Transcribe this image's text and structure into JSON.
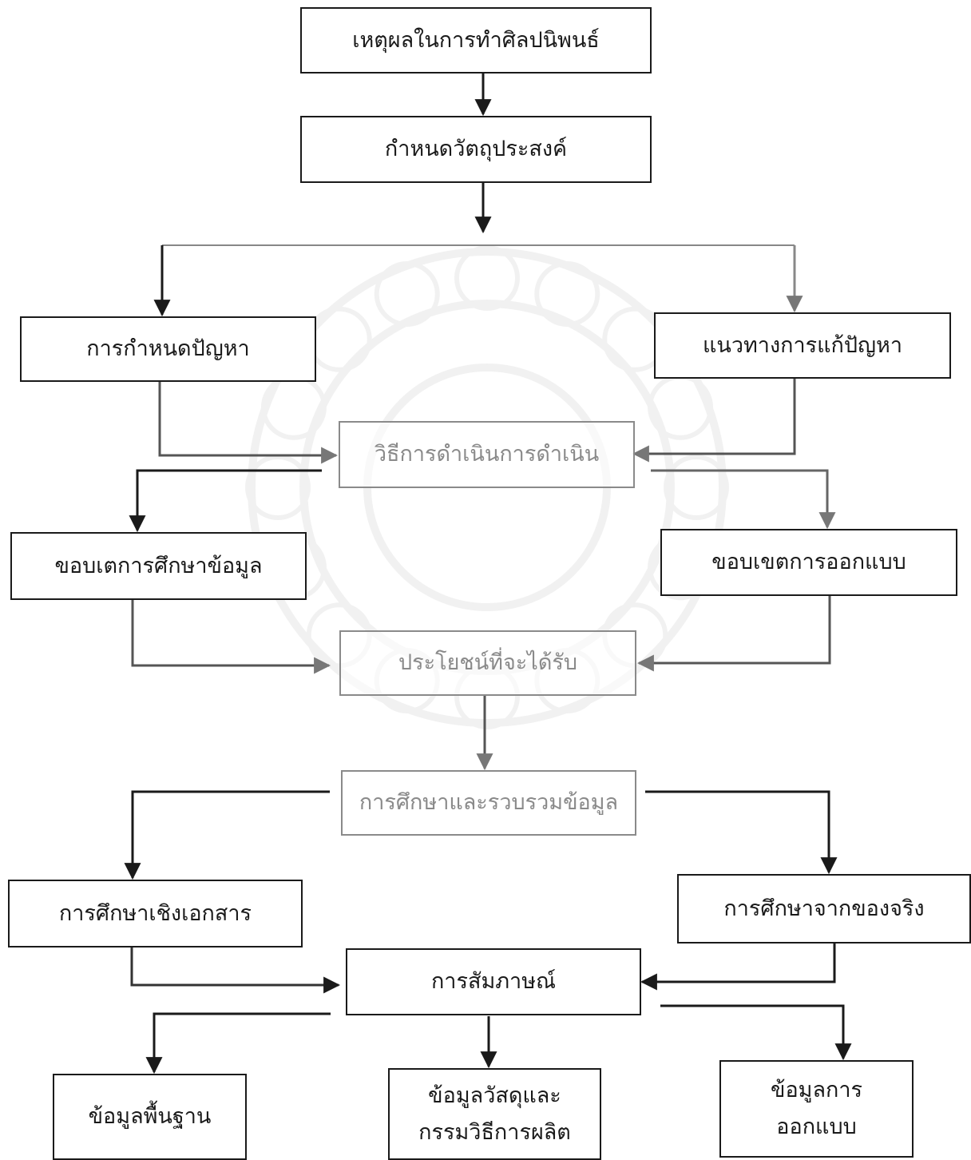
{
  "colors": {
    "line": "#1a1a1a",
    "faded": "#8a8a8a",
    "watermark": "#9a9a9a"
  },
  "watermark_icon": "university-seal-elephant-icon",
  "nodes": {
    "reason": "เหตุผลในการทำศิลปนิพนธ์",
    "objective": "กำหนดวัตถุประสงค์",
    "problem": "การกำหนดปัญหา",
    "solution": "แนวทางการแก้ปัญหา",
    "method": "วิธีการดำเนินการดำเนิน",
    "study_scope": "ขอบเตการศึกษาข้อมูล",
    "design_scope": "ขอบเขตการออกแบบ",
    "benefit": "ประโยชน์ที่จะได้รับ",
    "collect": "การศึกษาและรวบรวมข้อมูล",
    "documentary": "การศึกษาเชิงเอกสาร",
    "real": "การศึกษาจากของจริง",
    "interview": "การสัมภาษณ์",
    "basic_info": "ข้อมูลพื้นฐาน",
    "material_info": "ข้อมูลวัสดุและ\nกรรมวิธีการผลิต",
    "design_info": "ข้อมูลการ\nออกแบบ"
  }
}
